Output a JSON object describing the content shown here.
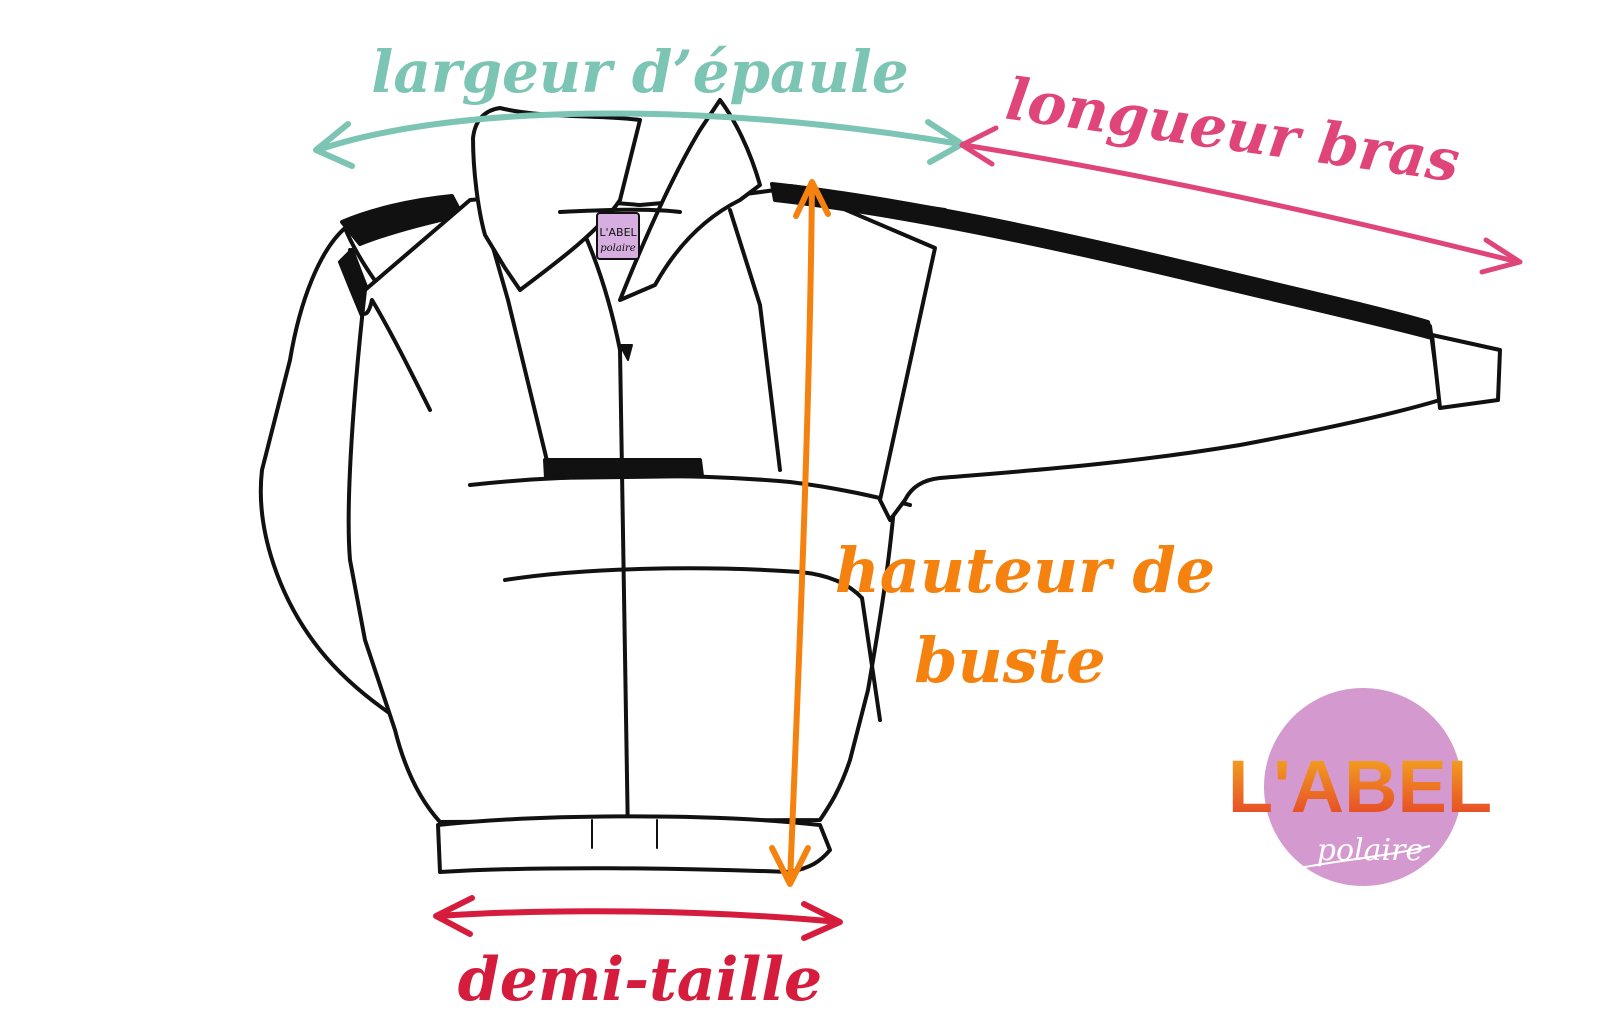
{
  "diagram": {
    "labels": {
      "shoulder_width": "largeur d’épaule",
      "arm_length": "longueur bras",
      "torso_height_line1": "hauteur de",
      "torso_height_line2": "buste",
      "half_waist": "demi-taille"
    },
    "garment_tag": {
      "line1": "L'ABEL",
      "line2": "polaire"
    },
    "logo": {
      "line1": "L'ABEL",
      "line2": "polaire"
    },
    "colors": {
      "shoulder_width": "#7cc4b4",
      "arm_length": "#e0457a",
      "torso_height": "#f5820f",
      "half_waist": "#d51c3c",
      "outline": "#111111",
      "logo_badge": "#d49ad0",
      "logo_text_top": "#f0a21a",
      "logo_text_bottom": "#e33a2a",
      "tag_fill": "#d7aee0"
    }
  }
}
